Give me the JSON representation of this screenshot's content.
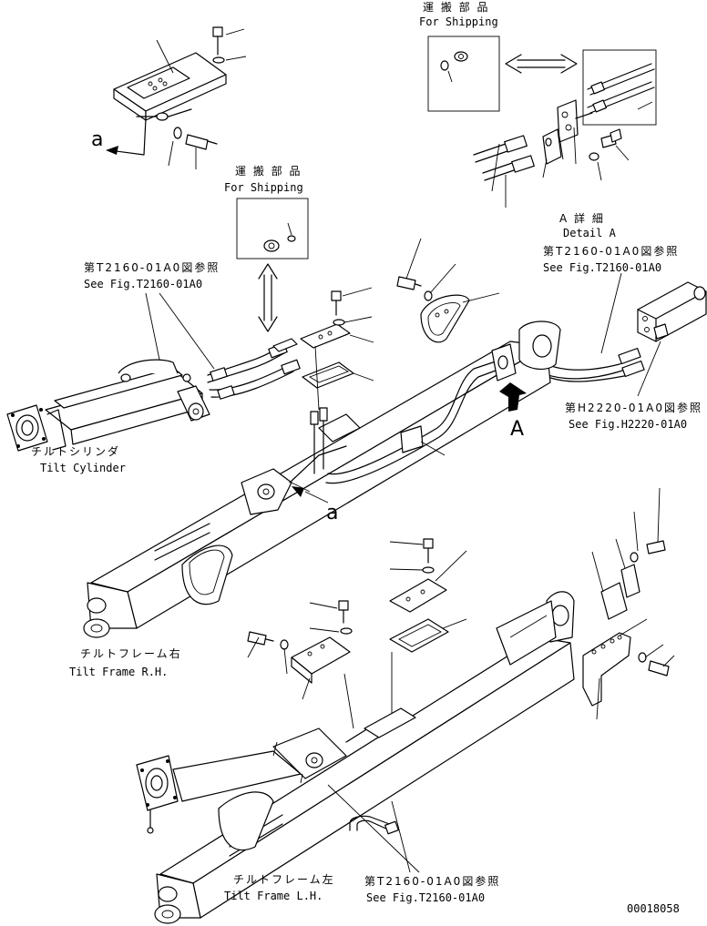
{
  "labels": {
    "shipping_top": {
      "jp": "運 搬 部 品",
      "en": "For Shipping"
    },
    "shipping_mid": {
      "jp": "運 搬 部 品",
      "en": "For Shipping"
    },
    "detail_a": {
      "jp": "A 詳 細",
      "en": "Detail A"
    },
    "ref_t2160_right": {
      "jp": "第T2160-01A0図参照",
      "en": "See Fig.T2160-01A0"
    },
    "ref_t2160_left": {
      "jp": "第T2160-01A0図参照",
      "en": "See Fig.T2160-01A0"
    },
    "ref_h2220": {
      "jp": "第H2220-01A0図参照",
      "en": "See Fig.H2220-01A0"
    },
    "ref_t2160_bottom": {
      "jp": "第T2160-01A0図参照",
      "en": "See Fig.T2160-01A0"
    },
    "tilt_cylinder": {
      "jp": "チルトシリンダ",
      "en": "Tilt Cylinder"
    },
    "tilt_frame_rh": {
      "jp": "チルトフレーム右",
      "en": "Tilt Frame R.H."
    },
    "tilt_frame_lh": {
      "jp": "チルトフレーム左",
      "en": "Tilt Frame L.H."
    },
    "view_a_top": "a",
    "view_a_mid": "a",
    "arrow_a": "A",
    "drawing_number": "00018058"
  }
}
